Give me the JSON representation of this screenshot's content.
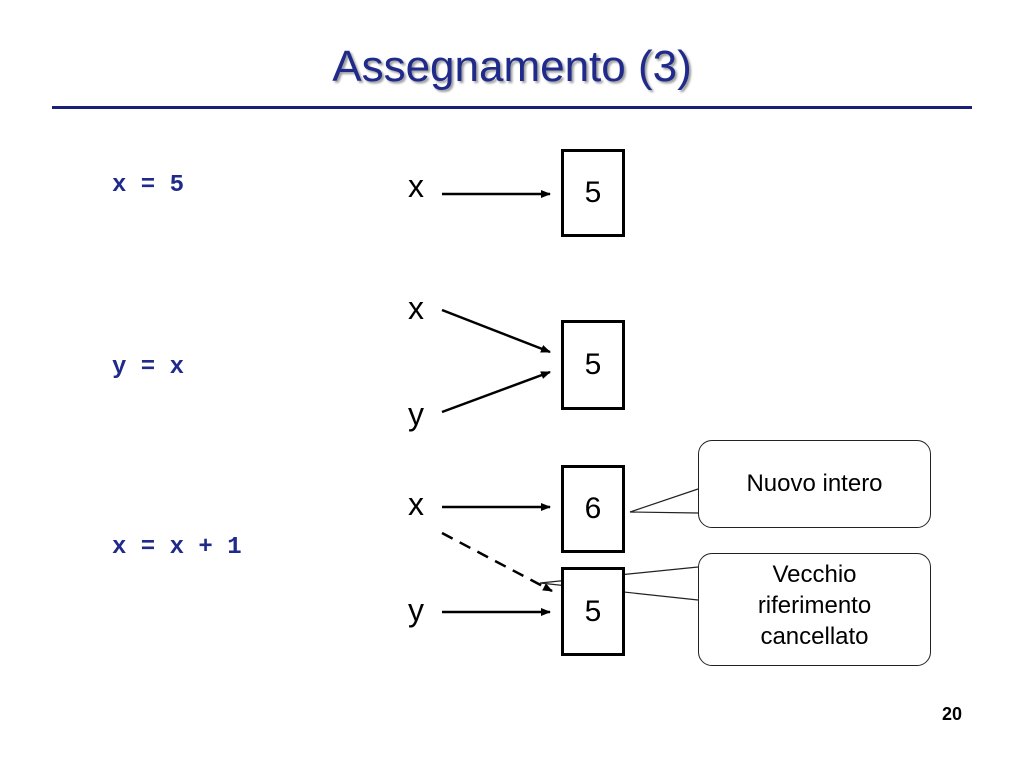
{
  "slide": {
    "title": "Assegnamento (3)",
    "page_number": "20"
  },
  "statements": [
    "x = 5",
    "y = x",
    "x = x + 1"
  ],
  "variables": {
    "x1": "x",
    "x2": "x",
    "y2": "y",
    "x3": "x",
    "y3": "y"
  },
  "boxes": {
    "box1": "5",
    "box2": "5",
    "box3_new": "6",
    "box3_old": "5"
  },
  "callouts": {
    "new_int": "Nuovo intero",
    "old_ref": [
      "Vecchio",
      "riferimento",
      "cancellato"
    ]
  },
  "colors": {
    "title": "#1f2a8a",
    "code": "#1f2a8a",
    "rule": "#1a1f7a"
  }
}
